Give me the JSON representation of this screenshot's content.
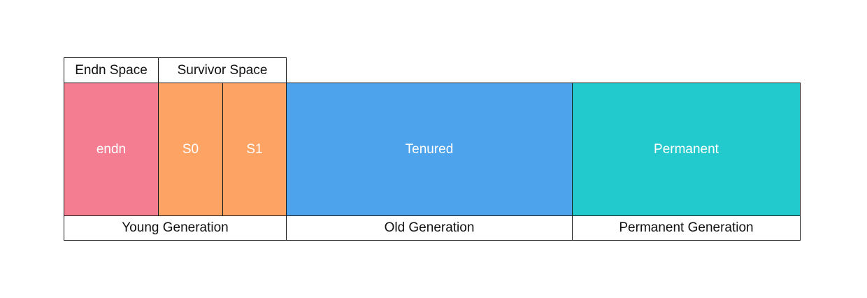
{
  "header": {
    "eden_space": "Endn Space",
    "survivor_space": "Survivor Space"
  },
  "regions": {
    "eden": {
      "label": "endn",
      "color": "#F47D92"
    },
    "s0": {
      "label": "S0",
      "color": "#FDA364"
    },
    "s1": {
      "label": "S1",
      "color": "#FDA364"
    },
    "tenured": {
      "label": "Tenured",
      "color": "#4EA3ED"
    },
    "permanent": {
      "label": "Permanent",
      "color": "#23CACD"
    }
  },
  "footer": {
    "young_generation": "Young Generation",
    "old_generation": "Old Generation",
    "permanent_generation": "Permanent Generation"
  }
}
